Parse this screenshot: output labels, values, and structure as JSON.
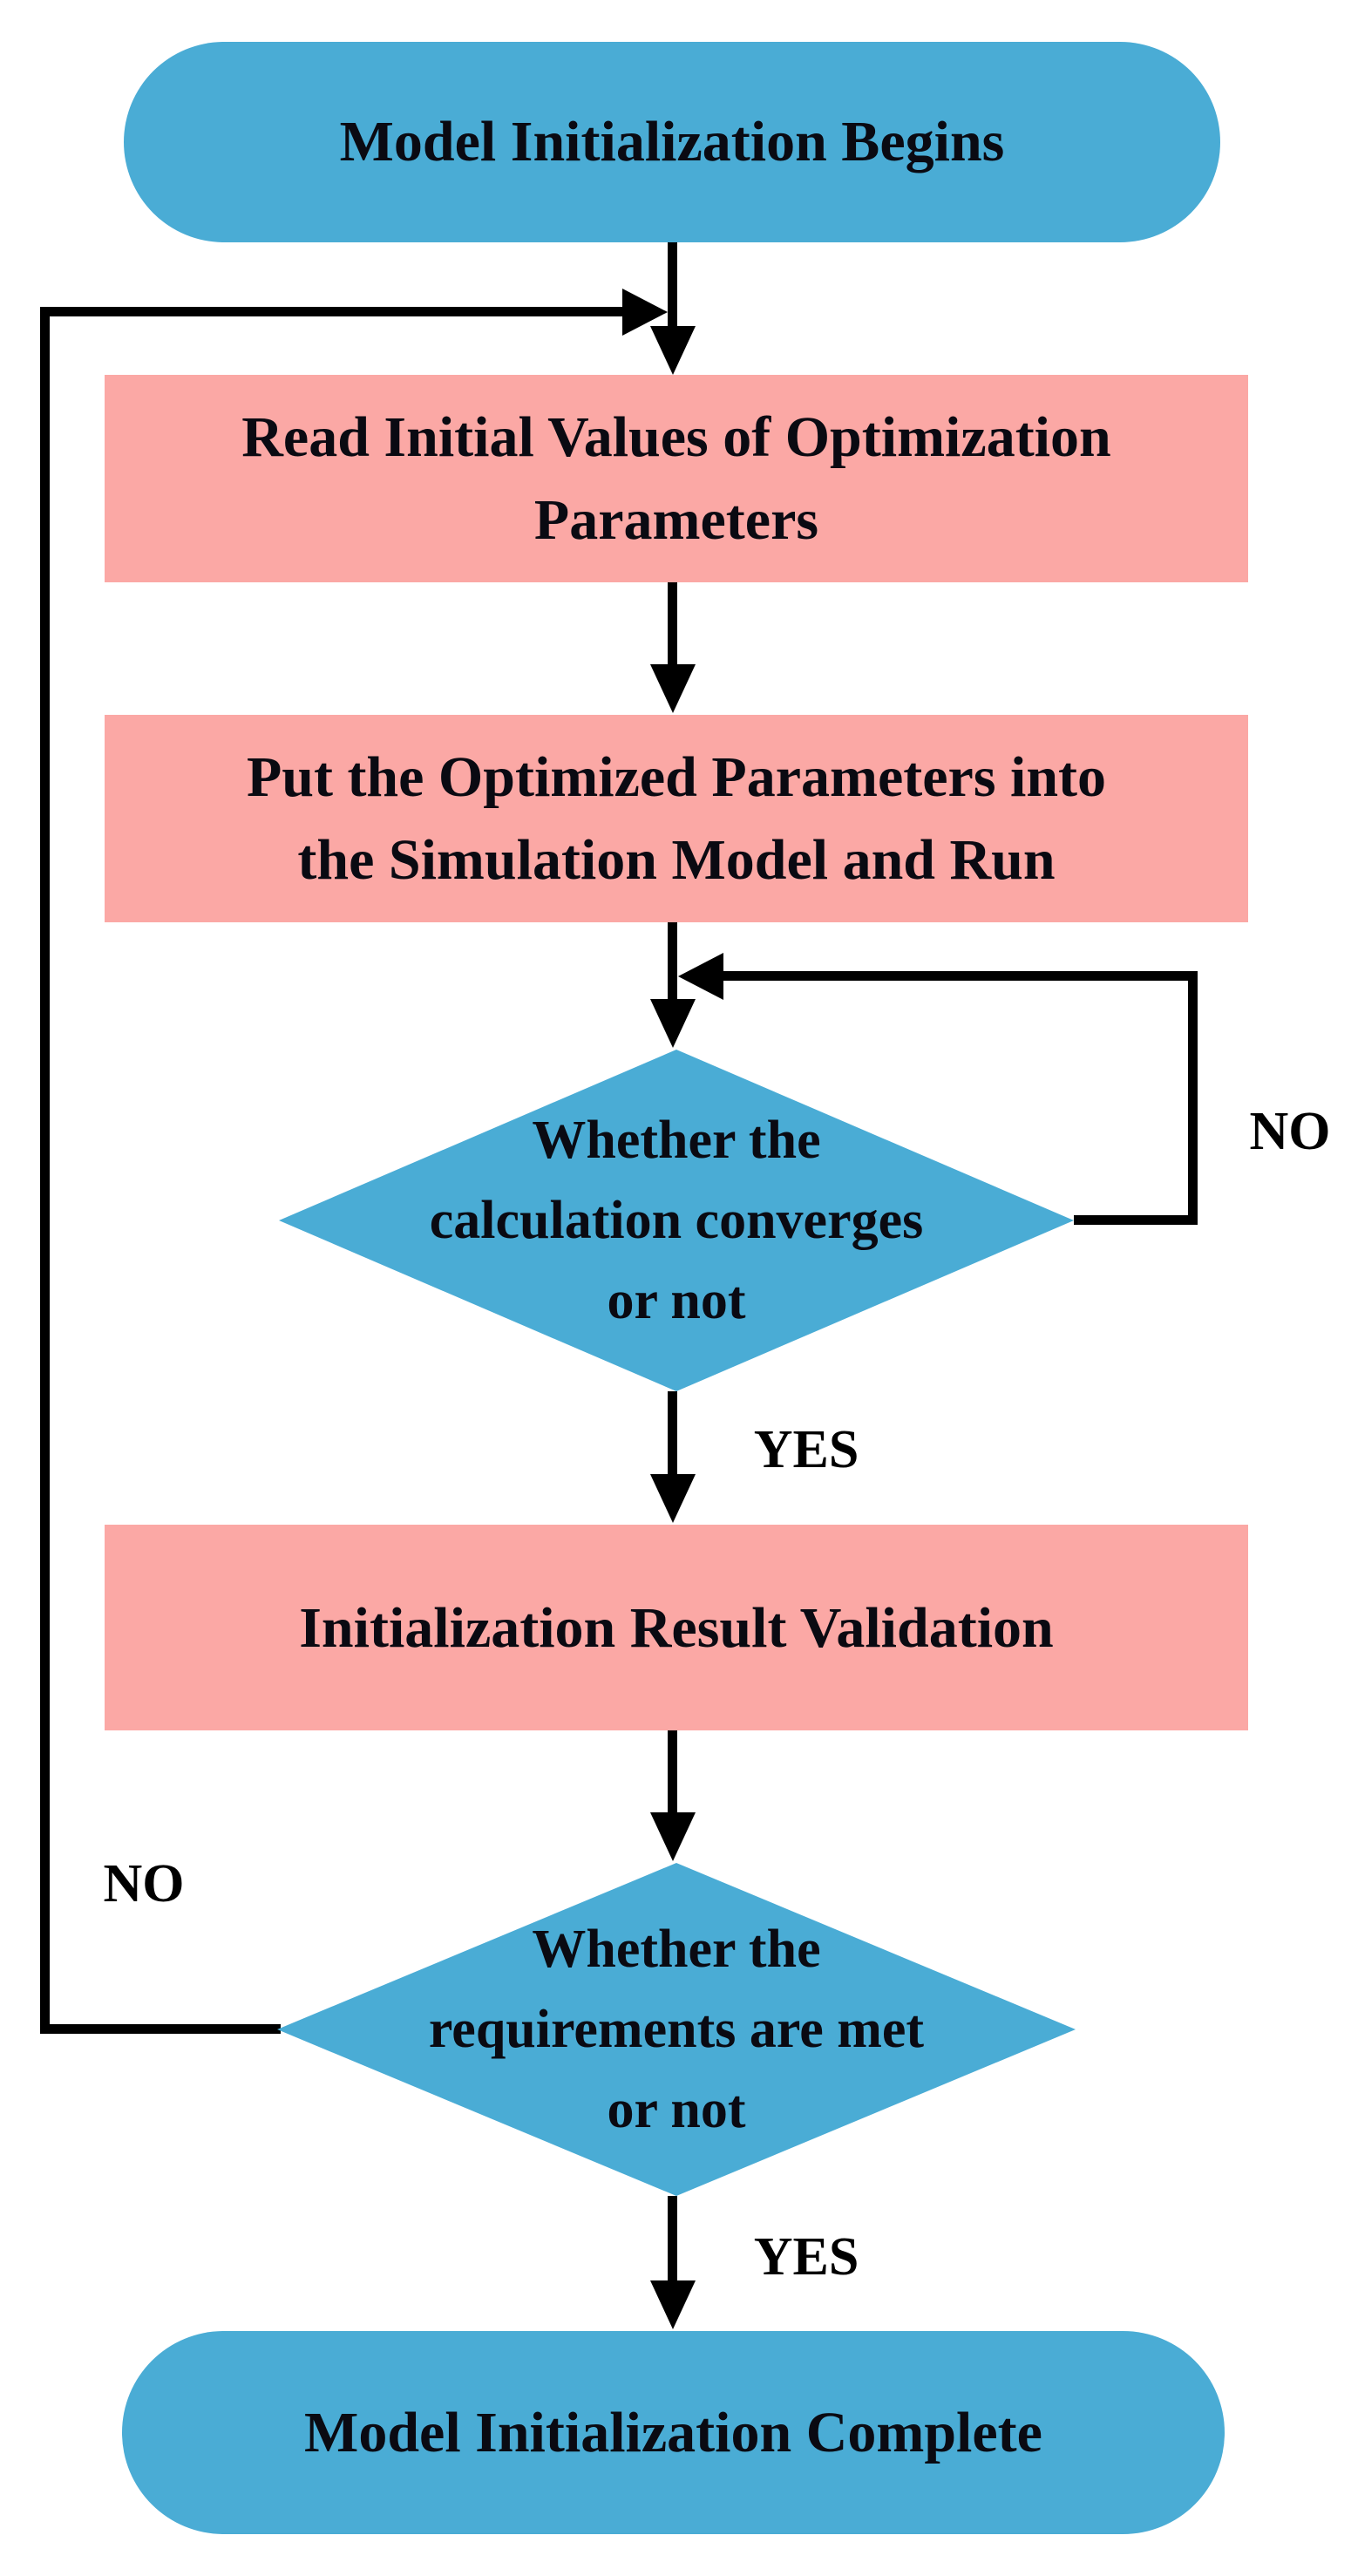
{
  "colors": {
    "shape_blue": "#4AACD5",
    "shape_pink": "#FBA8A5",
    "connector_black": "#000000",
    "text_dark": "#0A0A12"
  },
  "flowchart": {
    "nodes": {
      "start": {
        "type": "terminator",
        "fill": "blue",
        "lines": [
          "Model Initialization Begins"
        ]
      },
      "read_params": {
        "type": "process",
        "fill": "pink",
        "lines": [
          "Read Initial Values of Optimization",
          "Parameters"
        ]
      },
      "run_model": {
        "type": "process",
        "fill": "pink",
        "lines": [
          "Put the Optimized Parameters into",
          "the Simulation Model and Run"
        ]
      },
      "converge_check": {
        "type": "decision",
        "fill": "blue",
        "lines": [
          "Whether the",
          "calculation converges",
          "or not"
        ]
      },
      "validation": {
        "type": "process",
        "fill": "pink",
        "lines": [
          "Initialization Result Validation"
        ]
      },
      "requirements_check": {
        "type": "decision",
        "fill": "blue",
        "lines": [
          "Whether the",
          "requirements are met",
          "or not"
        ]
      },
      "complete": {
        "type": "terminator",
        "fill": "blue",
        "lines": [
          "Model Initialization Complete"
        ]
      }
    },
    "edge_labels": {
      "converge_no": "NO",
      "converge_yes": "YES",
      "requirements_no": "NO",
      "requirements_yes": "YES"
    }
  }
}
